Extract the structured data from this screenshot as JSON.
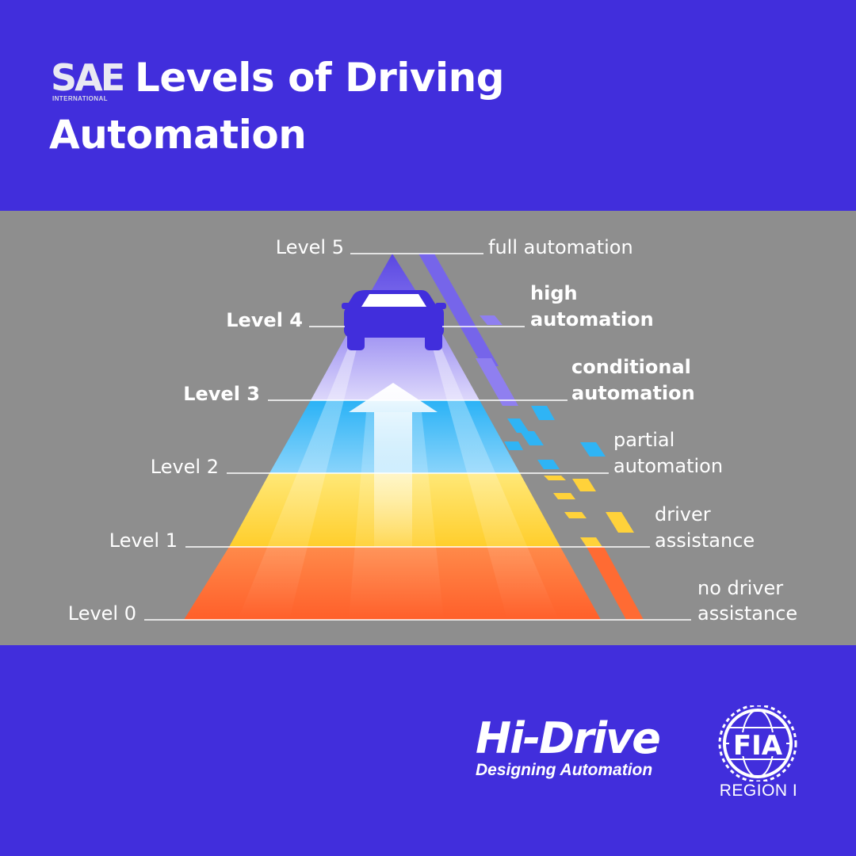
{
  "header": {
    "logo_text": "SAE",
    "logo_subtext": "INTERNATIONAL",
    "title": "Levels of Driving Automation"
  },
  "levels": [
    {
      "label": "Level 0",
      "description": [
        "no driver",
        "assistance"
      ],
      "bold": false,
      "color": "#ff6b33"
    },
    {
      "label": "Level 1",
      "description": [
        "driver",
        "assistance"
      ],
      "bold": false,
      "color": "#ffd23a"
    },
    {
      "label": "Level 2",
      "description": [
        "partial",
        "automation"
      ],
      "bold": false,
      "color": "#2fb4f5"
    },
    {
      "label": "Level 3",
      "description": [
        "conditional",
        "automation"
      ],
      "bold": true,
      "color": "#8f7ff0"
    },
    {
      "label": "Level 4",
      "description": [
        "high",
        "automation"
      ],
      "bold": true,
      "color": "#7665ea"
    },
    {
      "label": "Level 5",
      "description": [
        "full automation"
      ],
      "bold": false,
      "color": "#5b48e2"
    }
  ],
  "branding": {
    "hidrive_name": "Hi-Drive",
    "hidrive_tagline": "Designing Automation",
    "fia_logo_text": "FIA",
    "fia_region": "REGION I"
  },
  "colors": {
    "background": "#412edc",
    "band": "#8e8e8e",
    "text": "#ffffff"
  }
}
